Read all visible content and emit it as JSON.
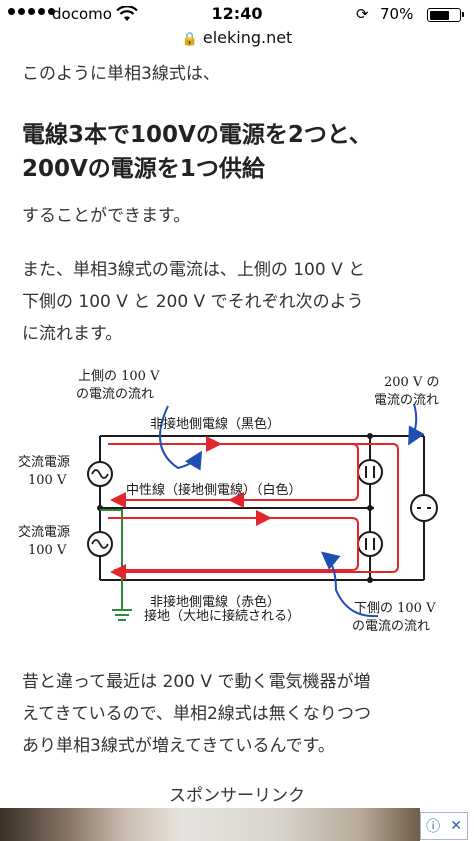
{
  "status_bar": {
    "carrier": "docomo",
    "time": "12:40",
    "battery_text": "70%",
    "battery_level": 0.7
  },
  "url_bar": {
    "domain": "eleking.net"
  },
  "article": {
    "intro": "このように単相3線式は、",
    "headline_line1": "電線3本で100Vの電源を2つと、",
    "headline_line2": "200Vの電源を1つ供給",
    "p2": "することができます。",
    "p3_line1": "また、単相3線式の電流は、上側の 100 V と",
    "p3_line2": "下側の 100 V と 200 V でそれぞれ次のよう",
    "p3_line3": "に流れます。",
    "p4_line1": "昔と違って最近は 200 V で動く電気機器が増",
    "p4_line2": "えてきているので、単相2線式は無くなりつつ",
    "p4_line3": "あり単相3線式が増えてきているんです。",
    "sponsor": "スポンサーリンク"
  },
  "diagram": {
    "upper_flow_line1": "上側の 100 V",
    "upper_flow_line2": "の電流の流れ",
    "v200_flow_line1": "200 V の",
    "v200_flow_line2": "電流の流れ",
    "top_wire": "非接地側電線（黒色）",
    "neutral_wire": "中性線（接地側電線）（白色）",
    "bottom_wire": "非接地側電線（赤色）",
    "source_upper_line1": "交流電源",
    "source_upper_line2": "100 V",
    "source_lower_line1": "交流電源",
    "source_lower_line2": "100 V",
    "ground": "接地（大地に接続される）",
    "lower_flow_line1": "下側の 100 V",
    "lower_flow_line2": "の電流の流れ",
    "colors": {
      "wire": "#1a1a1a",
      "current": "#e3262c",
      "annotation": "#1f4fb5",
      "ground": "#2e8b3a"
    }
  },
  "ad": {
    "info_icon": "info-icon",
    "close_icon": "close-icon"
  }
}
